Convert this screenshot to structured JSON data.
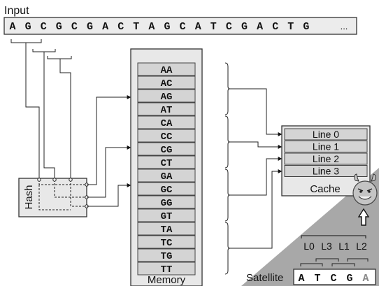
{
  "input": {
    "title": "Input",
    "sequence": [
      "A",
      "G",
      "C",
      "G",
      "C",
      "G",
      "A",
      "C",
      "T",
      "A",
      "G",
      "C",
      "A",
      "T",
      "C",
      "G",
      "A",
      "C",
      "T",
      "G"
    ],
    "ellipsis": "..."
  },
  "hash": {
    "label": "Hash"
  },
  "memory": {
    "label": "Memory",
    "rows": [
      "AA",
      "AC",
      "AG",
      "AT",
      "CA",
      "CC",
      "CG",
      "CT",
      "GA",
      "GC",
      "GG",
      "GT",
      "TA",
      "TC",
      "TG",
      "TT"
    ]
  },
  "cache": {
    "label": "Cache",
    "lines": [
      "Line 0",
      "Line 1",
      "Line 2",
      "Line 3"
    ]
  },
  "satellite": {
    "label": "Satellite",
    "sequence": [
      "A",
      "T",
      "C",
      "G",
      "A"
    ],
    "observed_order": [
      "L0",
      "L3",
      "L1",
      "L2"
    ]
  },
  "colors": {
    "box_fill": "#e8e8e8",
    "row_fill": "#d4d4d4",
    "border": "#333333",
    "satellite_triangle": "#a8a8a8",
    "devil": "#c4c4c4"
  },
  "icons": [
    "devil-icon",
    "up-arrow-icon"
  ]
}
